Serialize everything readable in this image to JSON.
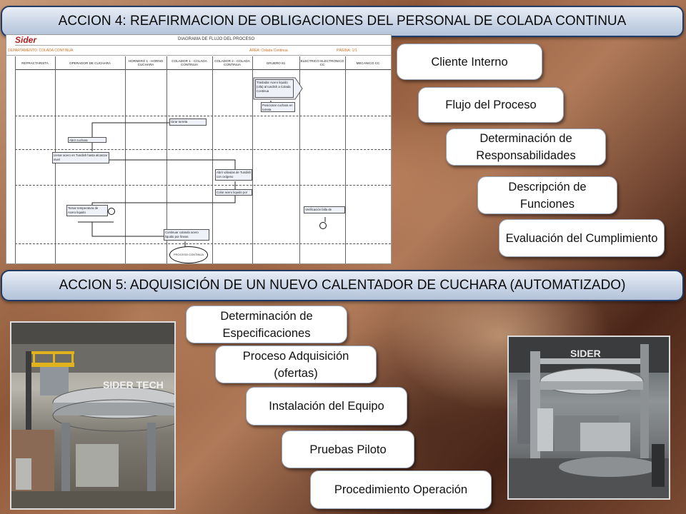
{
  "banner_accion4": "ACCION 4: REAFIRMACION  DE OBLIGACIONES DEL PERSONAL DE COLADA CONTINUA",
  "banner_accion5": "ACCION 5: ADQUISICIÓN DE UN NUEVO CALENTADOR DE CUCHARA (AUTOMATIZADO)",
  "accion4_steps": [
    "Cliente Interno",
    "Flujo del Proceso",
    "Determinación de Responsabilidades",
    "Descripción de Funciones",
    "Evaluación del Cumplimiento"
  ],
  "accion5_steps": [
    "Determinación de Especificaciones",
    "Proceso Adquisición (ofertas)",
    "Instalación del Equipo",
    "Pruebas Piloto",
    "Procedimiento Operación"
  ],
  "flow": {
    "title": "DIAGRAMA DE FLUJO DEL PROCESO",
    "departamento": "DEPARTAMENTO: COLADA CONTINUA",
    "area": "ÁREA: Colada Continua",
    "pagina": "PÁGINA: 1/1",
    "columns": [
      "REFRACTARISTA",
      "OPERADOR DE CUCHARA",
      "HORNERO 1 - HORNO CUCHARA",
      "COLADOR 1 - COLADA CONTINUA",
      "COLADOR 2 - COLADA CONTINUA",
      "GRUERO 81",
      "ELECTRICO ELECTRONICO CC",
      "MECANICO CC"
    ],
    "boxes": [
      "Trasladar Acero liquido (olla) al tundish a Colada Continua",
      "Posicionar cuchara en torreta",
      "Girar torreta",
      "Abrir cuchara",
      "Llenar acero en Tundish hasta alcanzar nivel",
      "Abrir válvulas de Tundish con oxígeno",
      "Colar acero liquido por",
      "Tomar temperatura de Acero liquido",
      "Verificación falla de",
      "Continuar colando acero liquido por líneas",
      "PROCESO CONTINUA"
    ]
  },
  "photo1": {
    "label": "SIDER TECH"
  },
  "photo2": {
    "label": "SIDER"
  },
  "colors": {
    "banner_border": "#1f3b66",
    "banner_fill": "#c9d5e6",
    "pill_border": "#9aa7bb"
  }
}
